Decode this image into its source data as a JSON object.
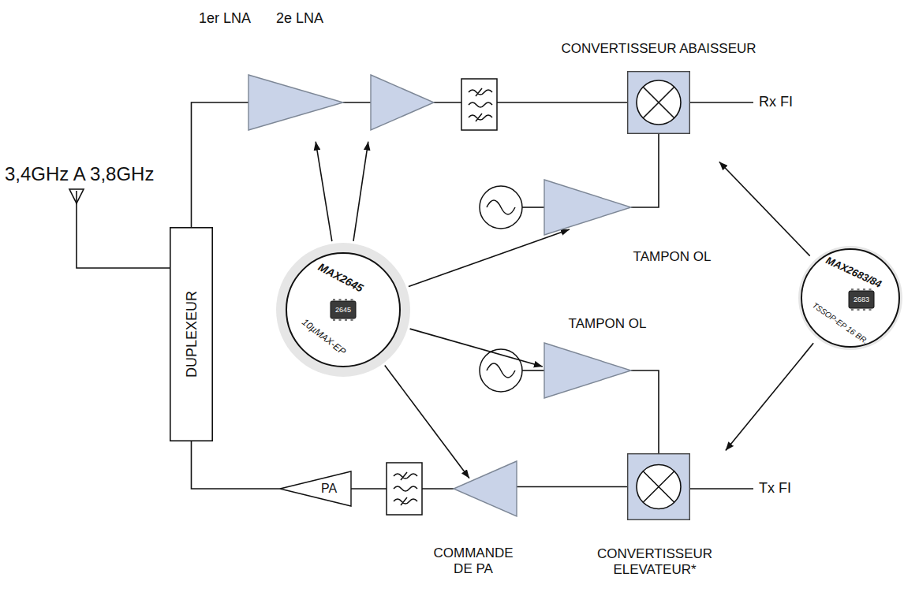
{
  "diagram": {
    "nodes": [
      {
        "text": [
          "DUPLEXEUR"
        ]
      },
      {
        "text": [
          "1er LNA"
        ]
      },
      {
        "text": [
          "2e LNA"
        ]
      },
      {
        "text": [
          "CONVERTISSEUR ABAISSEUR"
        ]
      },
      {
        "text": [
          "TAMPON OL"
        ]
      },
      {
        "text": [
          "MAX2645",
          "2645",
          "10µMAX-EP"
        ]
      },
      {
        "text": [
          "TAMPON OL"
        ]
      },
      {
        "text": [
          "MAX2683/84",
          "2683",
          "TSSOP-EP 16 BR."
        ]
      },
      {
        "text": [
          "PA"
        ]
      },
      {
        "text": [
          "COMMANDE DE PA"
        ]
      },
      {
        "text": [
          "CONVERTISSEUR ELEVATEUR*"
        ]
      }
    ],
    "edges": [
      {
        "from": 0,
        "to": 1,
        "arrow": "none"
      },
      {
        "from": 1,
        "to": 2,
        "arrow": "none"
      },
      {
        "from": 4,
        "to": 3,
        "arrow": "none"
      },
      {
        "from": 6,
        "to": 10,
        "arrow": "none"
      },
      {
        "from": 10,
        "to": 9,
        "arrow": "none"
      },
      {
        "from": 8,
        "to": 0,
        "arrow": "none"
      },
      {
        "from": 5,
        "to": 1,
        "arrow": "to"
      },
      {
        "from": 5,
        "to": 2,
        "arrow": "to"
      },
      {
        "from": 5,
        "to": 4,
        "arrow": "to"
      },
      {
        "from": 5,
        "to": 6,
        "arrow": "to"
      },
      {
        "from": 5,
        "to": 9,
        "arrow": "to"
      },
      {
        "from": 7,
        "to": 3,
        "arrow": "to"
      },
      {
        "from": 7,
        "to": 10,
        "arrow": "to"
      }
    ],
    "labels": [
      "3,4GHz A 3,8GHz",
      "Rx FI",
      "Tx FI"
    ]
  }
}
